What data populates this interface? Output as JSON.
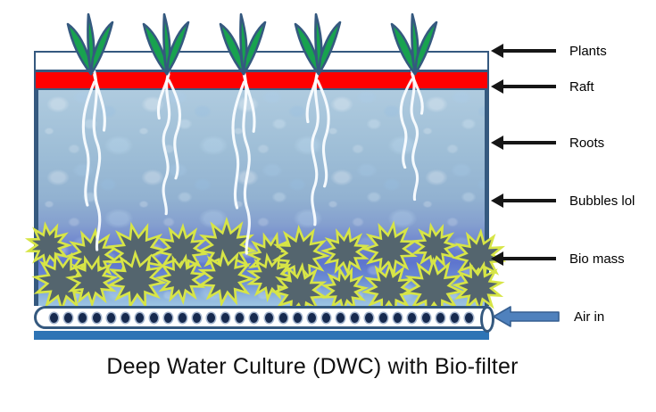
{
  "title": "Deep Water Culture (DWC) with Bio-filter",
  "labels": [
    {
      "text": "Plants"
    },
    {
      "text": "Raft"
    },
    {
      "text": "Roots"
    },
    {
      "text": "Bubbles lol"
    },
    {
      "text": "Bio mass"
    },
    {
      "text": "Air in"
    }
  ],
  "diagram": {
    "type": "labeled-schematic",
    "plant_count": 5,
    "root_cluster_count": 5,
    "biomass_blob_count": 22,
    "air_hole_count": 30,
    "layers_top_to_bottom": [
      "Plants",
      "Raft",
      "Roots",
      "Bubbles lol",
      "Bio mass",
      "Air in"
    ]
  },
  "colors": {
    "raft_red": "#FE0000",
    "plant_green": "#18A24F",
    "tank_border": "#35597F",
    "root_white": "#FAFDFF",
    "biomass_fill": "#54656E",
    "biomass_outline": "#D7E546",
    "air_hole_dot": "#16294E",
    "bottom_band_blue": "#2E74B5",
    "air_arrow_fill": "#4F81BD",
    "air_arrow_border": "#365F91",
    "annotation_arrow_black": "#161616"
  }
}
